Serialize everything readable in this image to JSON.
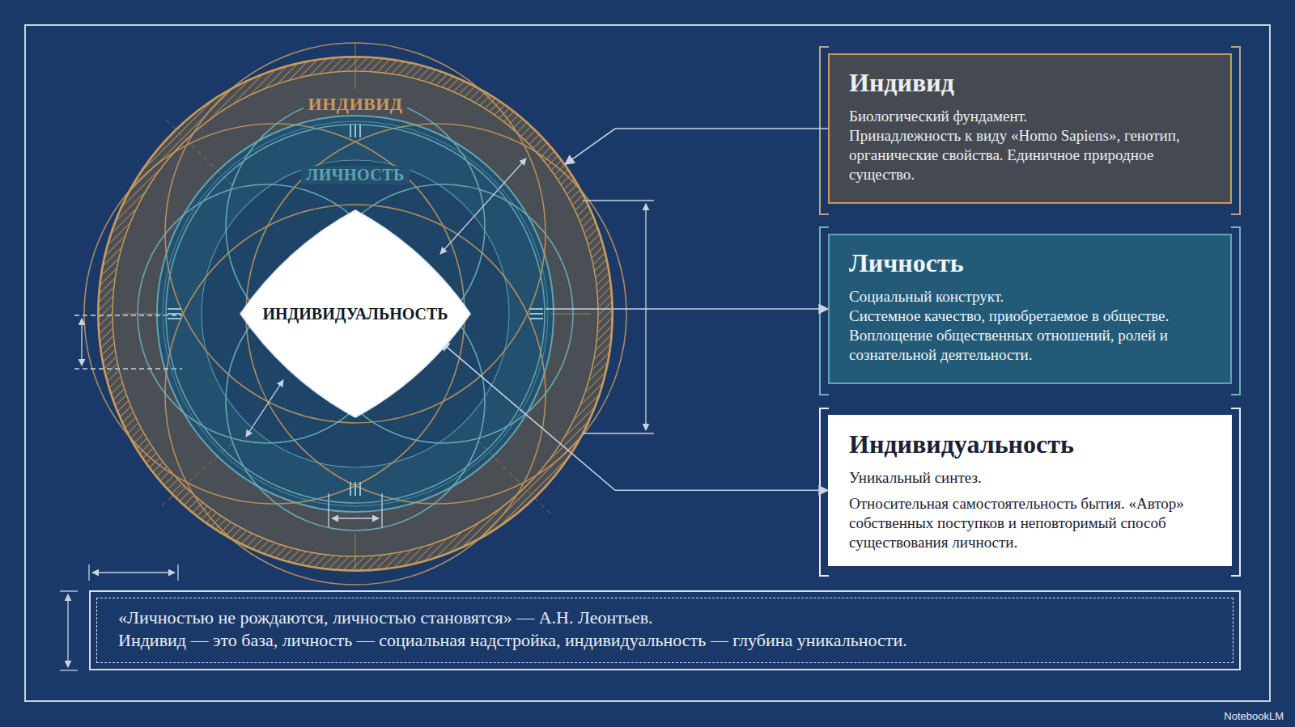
{
  "diagram": {
    "nodes": [
      {
        "text": [
          "ИНДИВИД"
        ]
      },
      {
        "text": [
          "ЛИЧНОСТЬ"
        ],
        "in": 0
      },
      {
        "text": [
          "ИНДИВИДУАЛЬНОСТЬ"
        ],
        "in": 1
      },
      {
        "text": [
          "Индивид",
          "Биологический фундамент.",
          "Принадлежность к виду «Homo Sapiens», генотип, органические свойства. Единичное природное существо."
        ]
      },
      {
        "text": [
          "Личность",
          "Социальный конструкт.",
          "Системное качество, приобретаемое в обществе. Воплощение общественных отношений, ролей и сознательной деятельности."
        ]
      },
      {
        "text": [
          "Индивидуальность",
          "Уникальный синтез.",
          "Относительная самостоятельность бытия. «Автор» собственных поступков и неповторимый способ существования личности."
        ]
      },
      {
        "text": [
          "«Личностью не рождаются, личностью становятся» — А.Н. Леонтьев.",
          "Индивид — это база, личность — социальная надстройка, индивидуальность — глубина уникальности."
        ]
      }
    ],
    "edges": [
      {
        "from": 3,
        "to": 0,
        "arrow": "to"
      },
      {
        "from": 1,
        "to": 4,
        "arrow": "to"
      },
      {
        "from": 2,
        "to": 5,
        "arrow": "both"
      }
    ],
    "labels": [
      "NotebookLM"
    ]
  }
}
